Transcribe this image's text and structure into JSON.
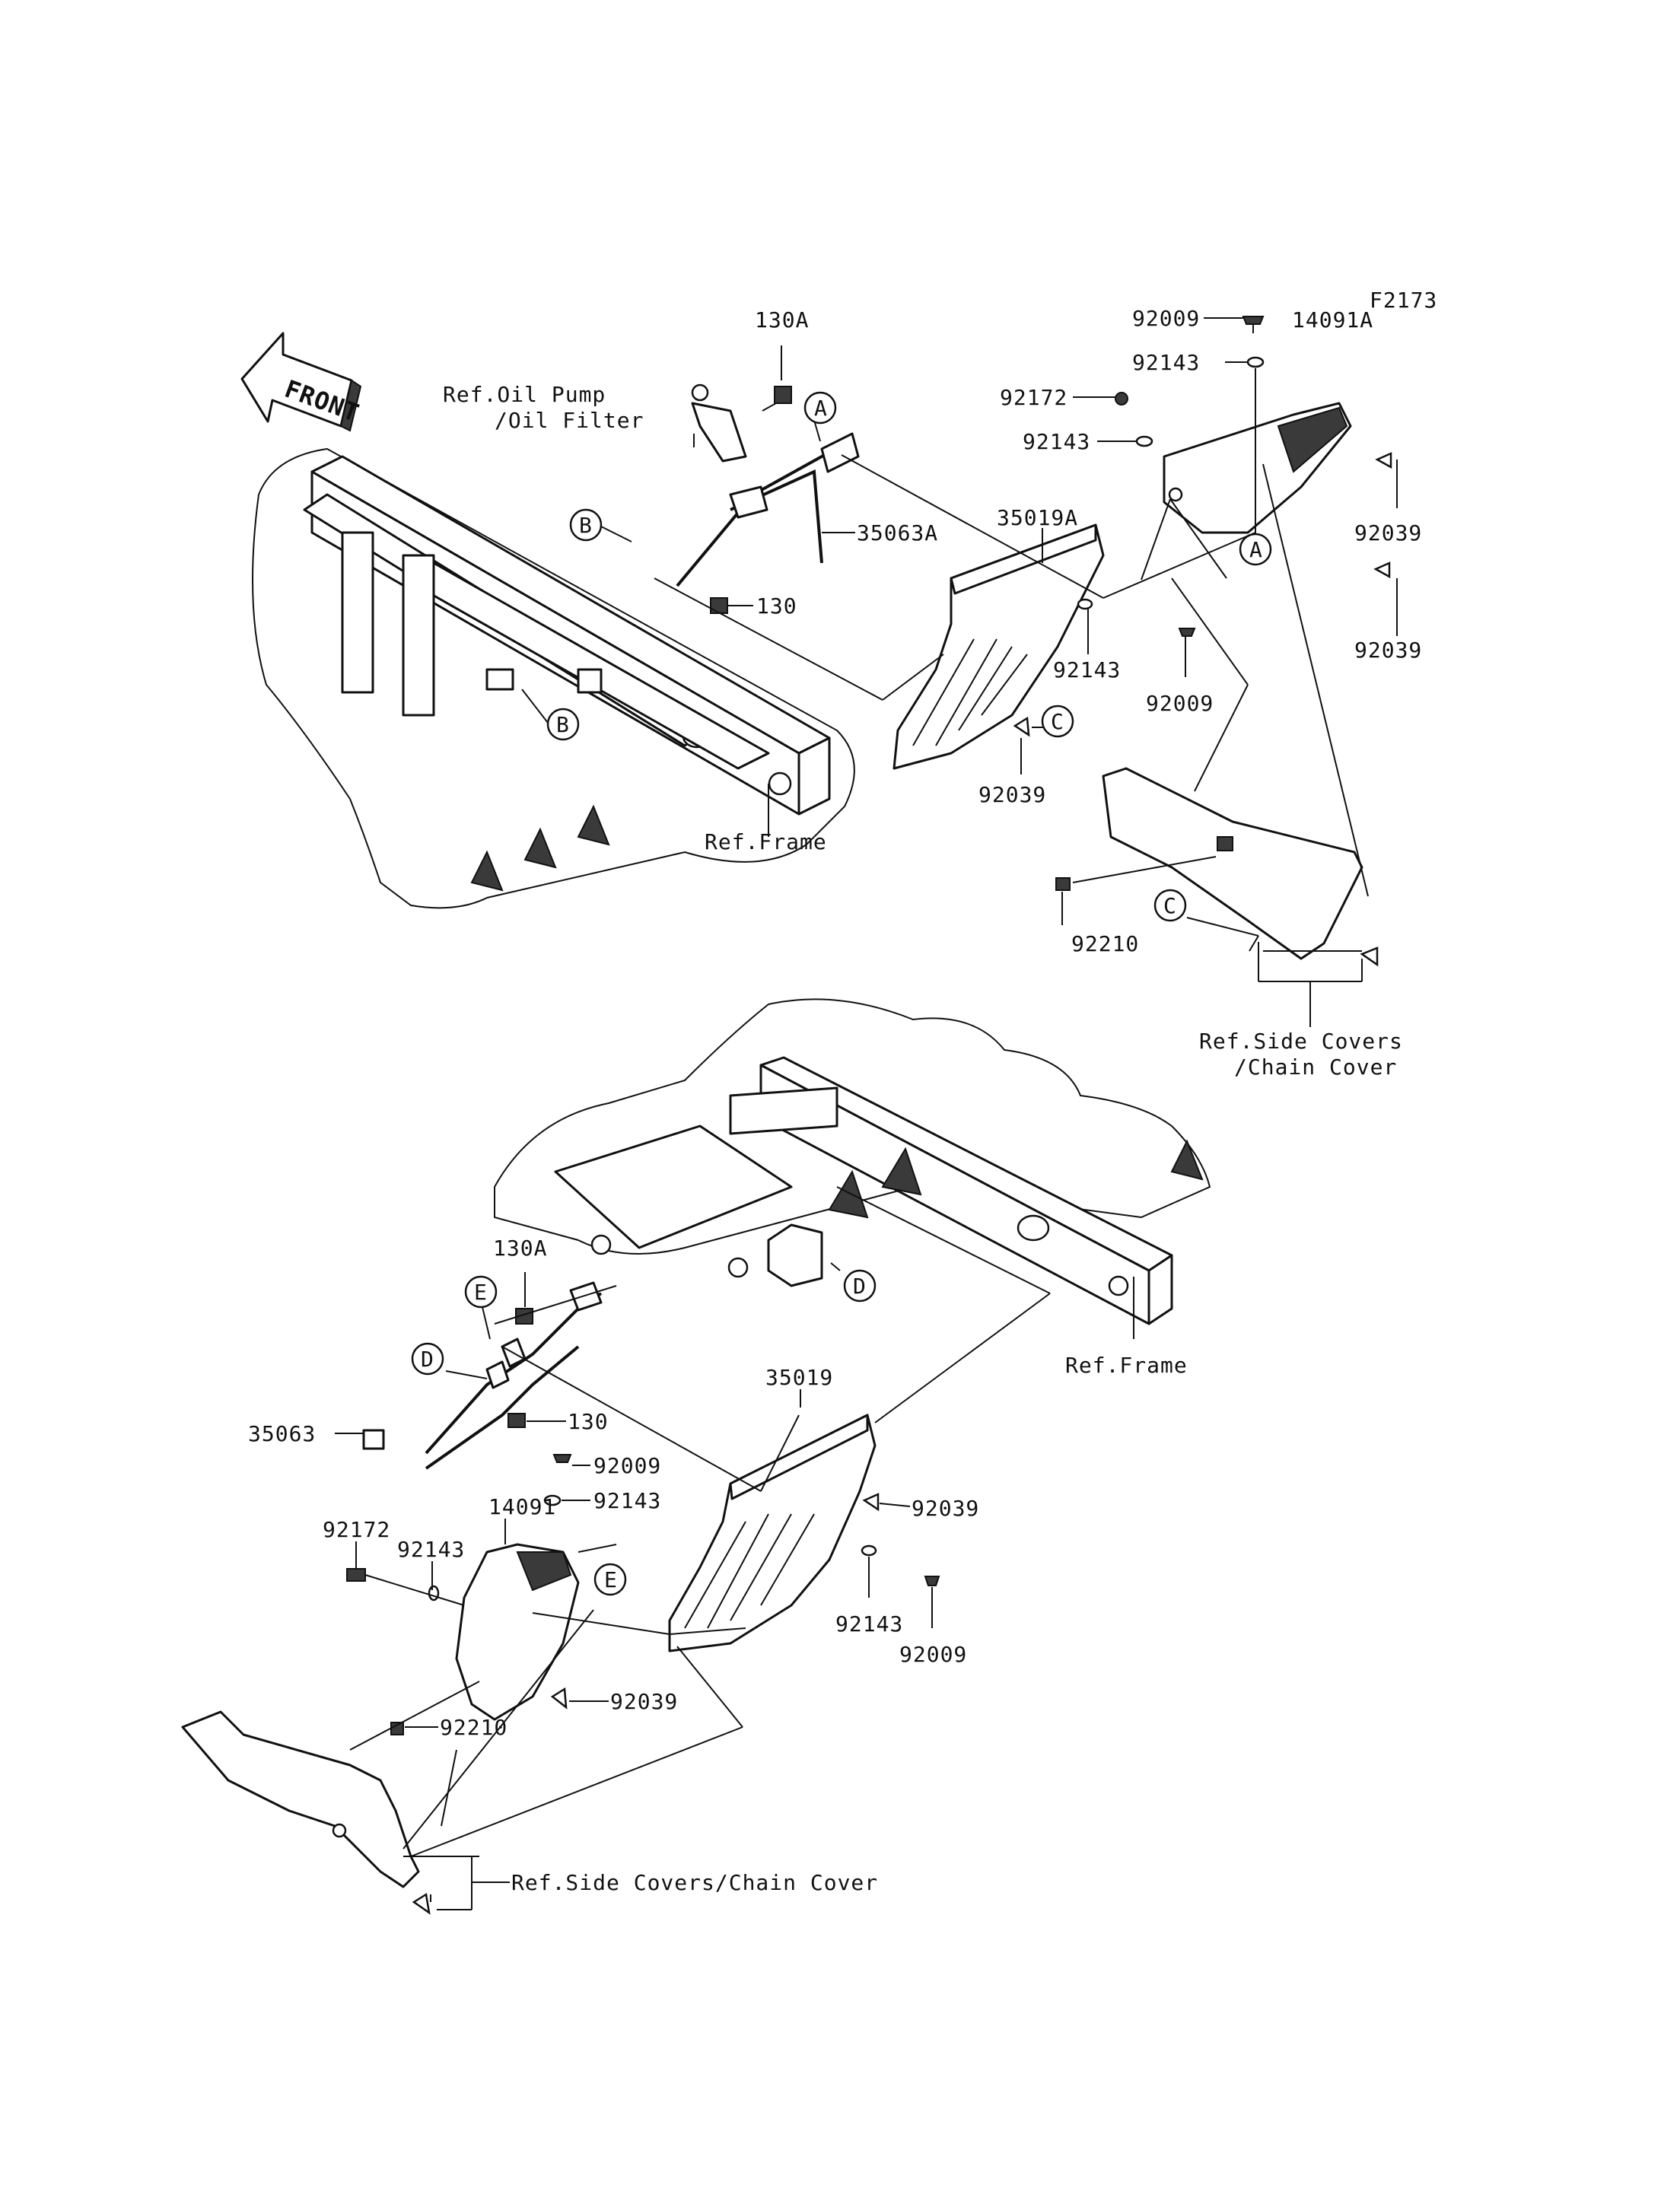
{
  "figure_id": "F2173",
  "front_label": "FRONT",
  "refs": {
    "oil_pump_line1": "Ref.Oil Pump",
    "oil_pump_line2": "/Oil Filter",
    "frame_top": "Ref.Frame",
    "frame_bottom": "Ref.Frame",
    "side_covers_top_line1": "Ref.Side Covers",
    "side_covers_top_line2": "/Chain Cover",
    "side_covers_bottom": "Ref.Side Covers/Chain Cover"
  },
  "callouts": {
    "A": "A",
    "B": "B",
    "C": "C",
    "D": "D",
    "E": "E"
  },
  "top_parts": {
    "p130A": "130A",
    "p130": "130",
    "p35063A": "35063A",
    "p35019A": "35019A",
    "p14091A": "14091A",
    "p92009_a": "92009",
    "p92143_a": "92143",
    "p92172": "92172",
    "p92143_b": "92143",
    "p92039_a": "92039",
    "p92039_b": "92039",
    "p92143_c": "92143",
    "p92009_b": "92009",
    "p92039_c": "92039",
    "p92210": "92210"
  },
  "bottom_parts": {
    "p130A": "130A",
    "p130": "130",
    "p35063": "35063",
    "p35019": "35019",
    "p92009_a": "92009",
    "p92143_a": "92143",
    "p92039_a": "92039",
    "p92143_b": "92143",
    "p92009_b": "92009",
    "p14091": "14091",
    "p92172": "92172",
    "p92143_c": "92143",
    "p92039_b": "92039",
    "p92210": "92210"
  }
}
